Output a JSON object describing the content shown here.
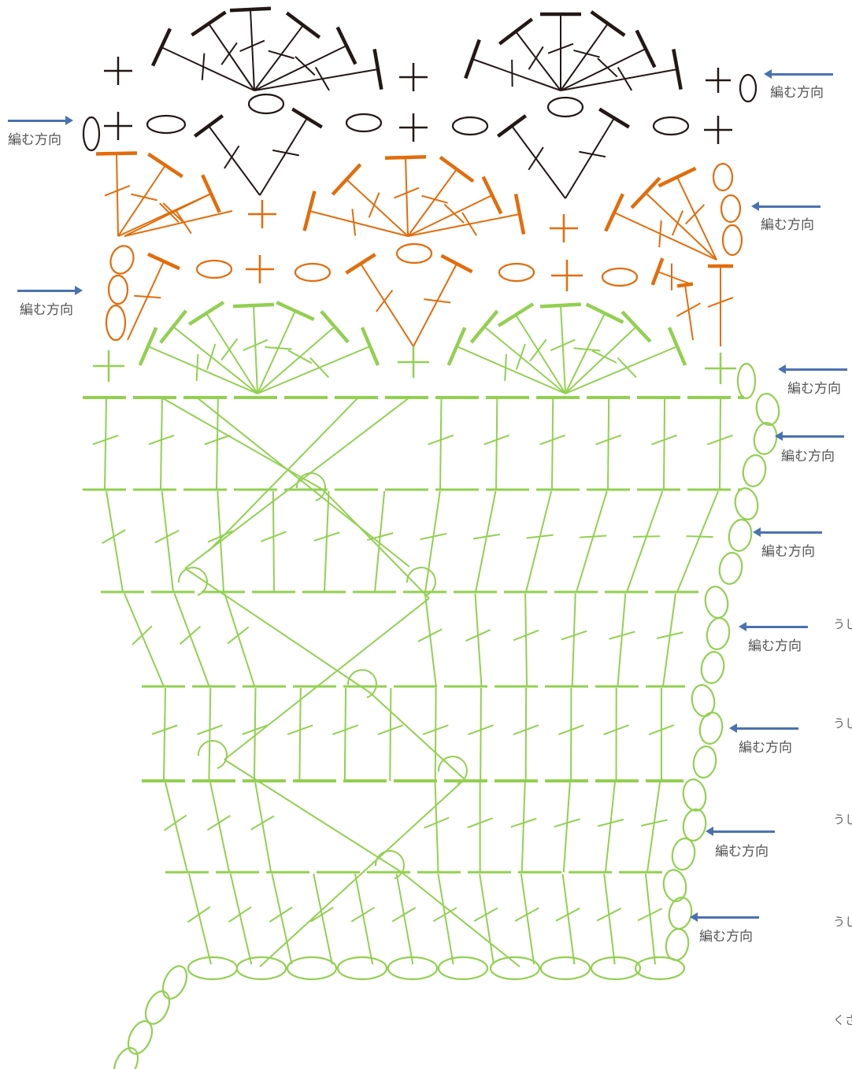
{
  "colors": {
    "black": "#231815",
    "orange": "#e36c0a",
    "green": "#92d050",
    "arrow": "#4a72b2"
  },
  "direction_label": "編む方向",
  "labels": [
    {
      "text": "編む方向"
    },
    {
      "text": "編む方向"
    },
    {
      "text": "編む方向"
    },
    {
      "text": "編む方向"
    },
    {
      "text": "編む方向"
    },
    {
      "text": "編む方向"
    },
    {
      "text": "編む方向"
    },
    {
      "text": "編む方向"
    },
    {
      "text": "編む方向"
    },
    {
      "text": "編む方向"
    },
    {
      "text": "編む方向"
    },
    {
      "text": "編む方向"
    }
  ],
  "side_texts": [
    "うし",
    "うし",
    "うし",
    "うし",
    "くさ"
  ],
  "symbols": {
    "chain": "chain-stitch-icon",
    "single_crochet": "single-crochet-icon",
    "double_crochet": "double-crochet-icon"
  }
}
